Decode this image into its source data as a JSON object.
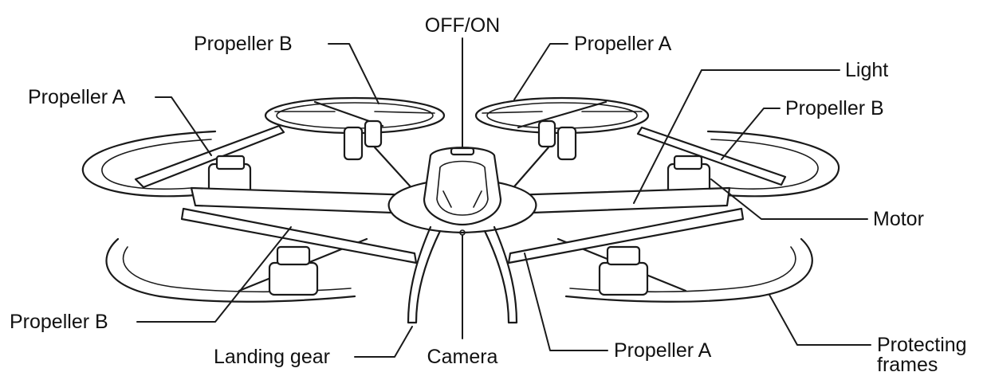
{
  "labels": {
    "off_on": "OFF/ON",
    "propeller_b_top_left": "Propeller B",
    "propeller_a_top_right": "Propeller A",
    "propeller_a_left": "Propeller A",
    "light": "Light",
    "propeller_b_right": "Propeller B",
    "motor": "Motor",
    "propeller_b_bottom_left": "Propeller B",
    "landing_gear": "Landing gear",
    "camera": "Camera",
    "propeller_a_bottom": "Propeller A",
    "protecting_frames_line1": "Protecting",
    "protecting_frames_line2": "frames"
  }
}
